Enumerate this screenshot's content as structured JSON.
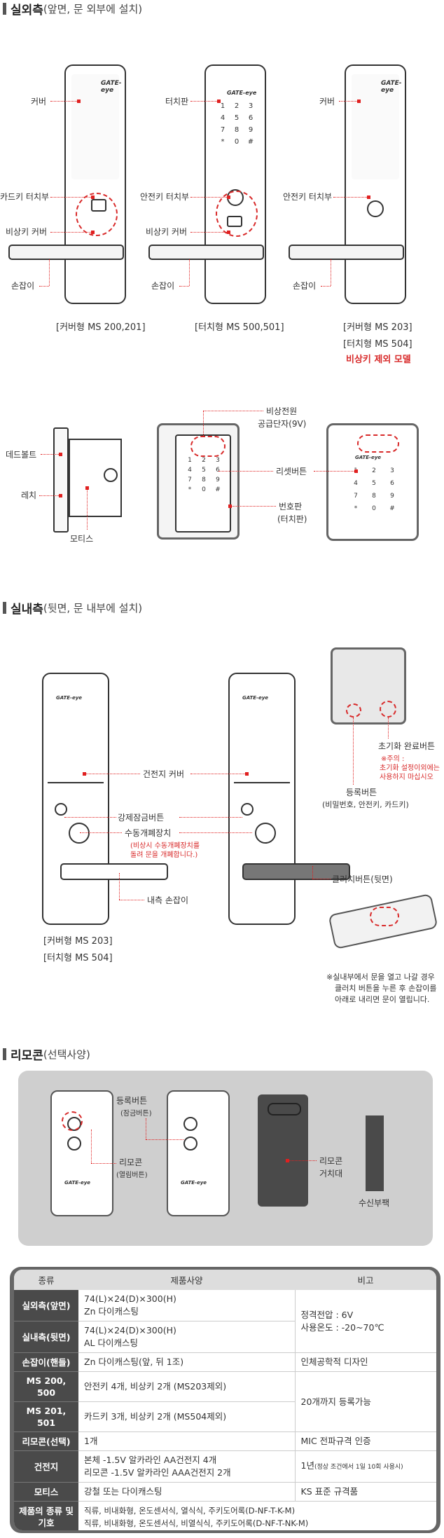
{
  "outside": {
    "title": "실외측",
    "subtitle": "(앞면, 문 외부에 설치)",
    "labels": {
      "cover1": "커버",
      "card_touch": "카드키 터치부",
      "emergency_cover1": "비상키 커버",
      "handle1": "손잡이",
      "touchpad": "터치판",
      "safety_touch2": "안전키 터치부",
      "emergency_cover2": "비상키 커버",
      "handle2": "손잡이",
      "cover3": "커버",
      "safety_touch3": "안전키 터치부",
      "handle3": "손잡이"
    },
    "captions": {
      "cover_model": "[커버형 MS 200,201]",
      "touch_model": "[터치형 MS 500,501]",
      "cover_model_203": "[커버형 MS 203]",
      "touch_model_504": "[터치형 MS 504]",
      "no_emergency": "비상키 제외 모델"
    },
    "brand": "GATE-eye",
    "keypad_keys": [
      "1",
      "2",
      "3",
      "4",
      "5",
      "6",
      "7",
      "8",
      "9",
      "*",
      "0",
      "#"
    ]
  },
  "parts": {
    "deadbolt": "데드볼트",
    "latch": "레치",
    "mortise": "모티스",
    "emergency_power": "비상전원",
    "power_terminal": "공급단자(9V)",
    "reset_button": "리셋버튼",
    "number_pad": "번호판",
    "number_pad_sub": "(터치판)"
  },
  "inside": {
    "title": "실내측",
    "subtitle": "(뒷면, 문 내부에 설치)",
    "labels": {
      "battery_cover": "건전지 커버",
      "force_lock": "강제잠금버튼",
      "manual_lock": "수동개폐장치",
      "manual_lock_note1": "(비상시 수동개폐장치를",
      "manual_lock_note2": "돌려 문을 개폐합니다.)",
      "inner_handle": "내측 손잡이",
      "reset_done": "초기화 완료버튼",
      "reset_note1": "※주의 :",
      "reset_note2": "초기화 설정이외에는",
      "reset_note3": "사용하지 마십시오",
      "register_button": "등록버튼",
      "register_sub": "(비밀번호, 안전키, 카드키)",
      "clutch_button": "클러치버튼(뒷면)",
      "clutch_note1": "※실내부에서 문을 열고 나갈 경우",
      "clutch_note2": "클러치 버튼을 누른 후 손잡이를",
      "clutch_note3": "아래로 내리면 문이 열립니다."
    },
    "captions": {
      "cover_model": "[커버형 MS 203]",
      "touch_model": "[터치형 MS 504]"
    }
  },
  "remote": {
    "title": "리모콘",
    "subtitle": "(선택사양)",
    "labels": {
      "register": "등록버튼",
      "register_sub": "(잠금버튼)",
      "remote": "리모콘",
      "remote_sub": "(열림버튼)",
      "holder1": "리모콘",
      "holder2": "거치대",
      "receiver": "수신부팩"
    }
  },
  "spec": {
    "headers": [
      "종류",
      "제품사양",
      "비고"
    ],
    "rows": [
      {
        "cat": "실외측(앞면)",
        "spec": [
          "74(L)×24(D)×300(H)",
          "Zn 다이캐스팅"
        ]
      },
      {
        "cat": "실내측(뒷면)",
        "spec": [
          "74(L)×24(D)×300(H)",
          "AL 다이캐스팅"
        ]
      },
      {
        "cat": "손잡이(핸들)",
        "spec": [
          "Zn 다이캐스팅(앞, 뒤 1조)"
        ],
        "note": "인체공학적 디자인"
      },
      {
        "cat": "MS 200, 500",
        "spec": [
          "안전키 4개, 비상키 2개 (MS203제외)"
        ]
      },
      {
        "cat": "MS 201, 501",
        "spec": [
          "카드키 3개, 비상키 2개 (MS504제외)"
        ]
      },
      {
        "cat": "리모콘(선택)",
        "spec": [
          "1개"
        ],
        "note": "MIC 전파규격 인증"
      },
      {
        "cat": "건전지",
        "spec": [
          "본체 -1.5V 알카라인 AA건전지 4개",
          "리모콘 -1.5V 알카라인 AAA건전지 2개"
        ]
      },
      {
        "cat": "모티스",
        "spec": [
          "강철 또는 다이캐스팅"
        ],
        "note": "KS 표준 규격품"
      },
      {
        "cat": "제품의 종류 및 기호",
        "spec": [
          "직류, 비내화형, 온도센서식, 열식식, 주키도어록(D-NF-T-K-M)",
          "직류, 비내화형, 온도센서식, 비열식식, 주키도어록(D-NF-T-NK-M)"
        ]
      }
    ],
    "notes": {
      "voltage1": "정격전압 : 6V",
      "voltage2": "사용온도 : -20~70℃",
      "register_limit": "20개까지 등록가능",
      "battery_life": "1년",
      "battery_life_sub": "(정상 조건에서 1일 10회 사용시)"
    }
  }
}
